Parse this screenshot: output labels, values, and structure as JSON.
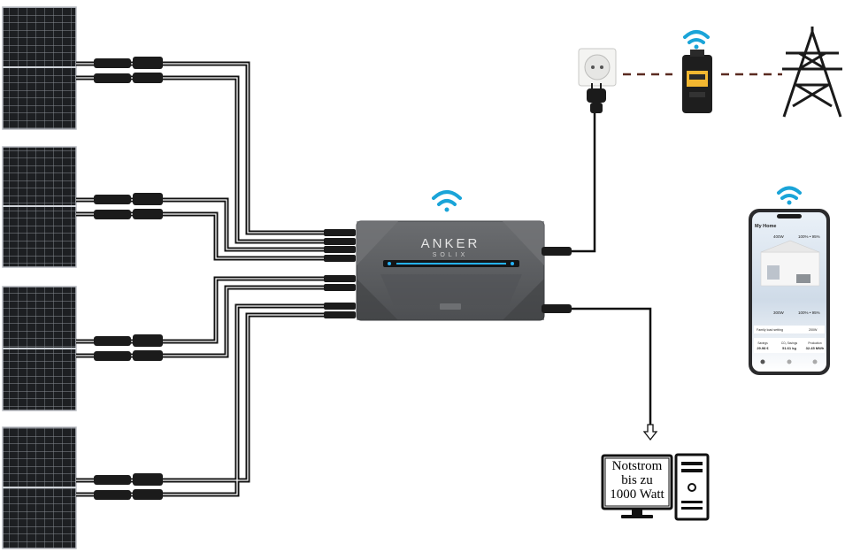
{
  "device": {
    "brand": "ANKER",
    "sub_brand": "SOLIX"
  },
  "backup_note": {
    "lines": [
      "Notstrom",
      "bis zu",
      "1000 Watt"
    ]
  },
  "phone_app": {
    "header": "My Home",
    "stat_top_left": "400W",
    "stat_top_right": "100% • 95%",
    "stat_mid_left": "300W",
    "stat_mid_right": "100% • 95%",
    "bottom_row_label": "Family load setting",
    "bottom_row_value": "200W",
    "savings": [
      {
        "label": "Savings",
        "value": "29.98 €"
      },
      {
        "label": "CO₂ Savings",
        "value": "51.61 kg"
      },
      {
        "label": "Production",
        "value": "32.45 MWh"
      }
    ]
  },
  "colors": {
    "cable": "#111111",
    "wifi": "#1aa4d8",
    "inverter_body": "#5c5e61",
    "inverter_dark": "#46484a",
    "led_strip": "#25b3ff",
    "panel_cell": "#1d1f22",
    "dashed_line": "#5a2a20"
  },
  "icons": [
    "solar-panel-icon",
    "mc4-connector-icon",
    "wifi-icon",
    "wall-socket-icon",
    "plug-icon",
    "smart-meter-icon",
    "power-tower-icon",
    "smartphone-icon",
    "down-arrow-icon",
    "monitor-icon",
    "pc-tower-icon"
  ]
}
